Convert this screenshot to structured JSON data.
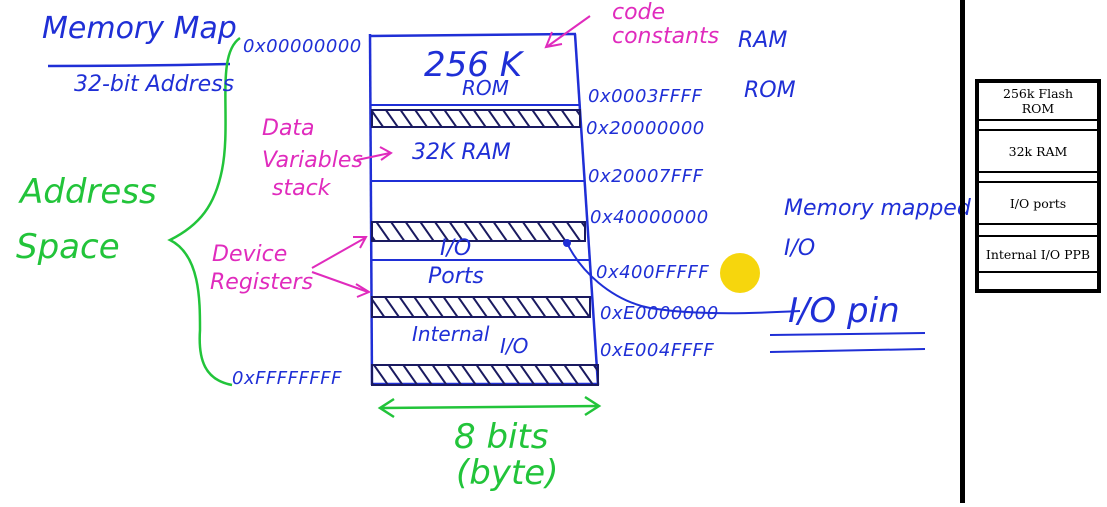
{
  "whiteboard": {
    "title": "Memory Map",
    "subtitle": "32-bit Address",
    "address_space": [
      "Address",
      "Space"
    ],
    "data_note": [
      "Data",
      "Variables",
      "stack"
    ],
    "device_note": [
      "Device",
      "Registers"
    ],
    "code_note": [
      "code",
      "constants"
    ],
    "ram_label": "RAM",
    "rom_label": "ROM",
    "memory_mapped": [
      "Memory mapped",
      "I/O"
    ],
    "io_pin": "I/O pin",
    "width_label": [
      "8 bits",
      "(byte)"
    ],
    "regions": {
      "rom": [
        "256 K",
        "ROM"
      ],
      "ram": "32K RAM",
      "io_ports": [
        "I/O",
        "Ports"
      ],
      "internal_io": [
        "Internal",
        "I/O"
      ]
    },
    "addresses": {
      "start": "0x00000000",
      "rom_end": "0x0003FFFF",
      "ram_start": "0x20000000",
      "ram_end": "0x20007FFF",
      "io_start": "0x40000000",
      "io_end": "0x400FFFFF",
      "ppb_start": "0xE0000000",
      "ppb_end": "0xE004FFFF",
      "top": "0xFFFFFFFF"
    }
  },
  "legend": {
    "rows": [
      "256k Flash ROM",
      "32k RAM",
      "I/O ports",
      "Internal I/O PPB"
    ]
  },
  "colors": {
    "ink_blue": "#1f2fd6",
    "ink_green": "#22c43a",
    "ink_pink": "#e02bbd",
    "highlight": "#f6d400"
  }
}
